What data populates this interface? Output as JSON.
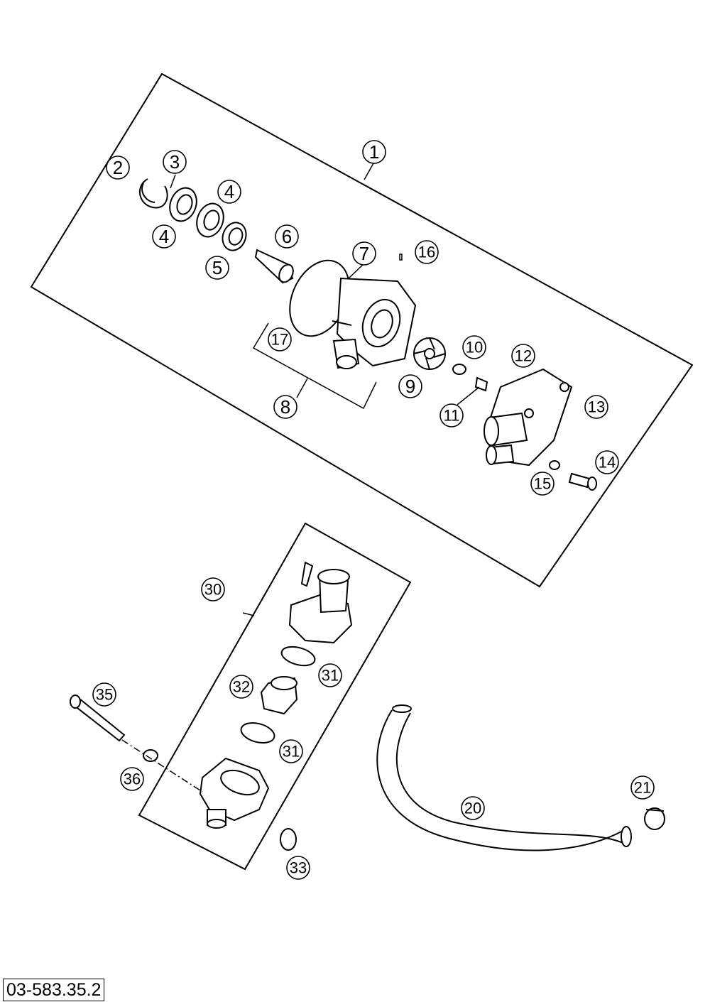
{
  "diagram": {
    "drawing_code": "03-583.35.2",
    "callouts": [
      "1",
      "2",
      "3",
      "4",
      "4",
      "5",
      "6",
      "7",
      "16",
      "17",
      "8",
      "9",
      "10",
      "12",
      "11",
      "13",
      "14",
      "15",
      "30",
      "31",
      "32",
      "31",
      "35",
      "36",
      "33",
      "20",
      "21"
    ]
  }
}
